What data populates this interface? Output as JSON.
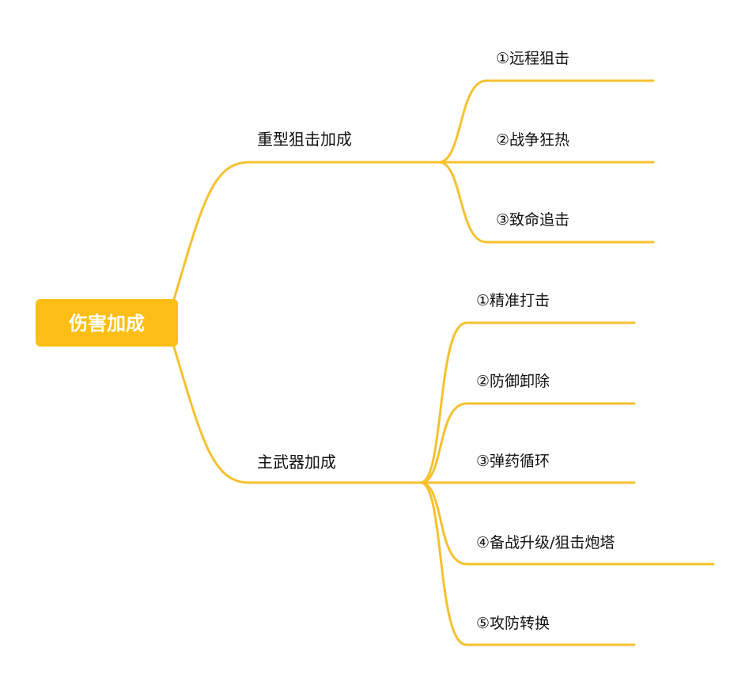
{
  "colors": {
    "accent": "#FCBE14",
    "connector": "#F5C12E",
    "text": "#111111",
    "root_text": "#FFFFFF"
  },
  "root": {
    "label": "伤害加成"
  },
  "branches": [
    {
      "label": "重型狙击加成",
      "children": [
        {
          "label": "①远程狙击"
        },
        {
          "label": "②战争狂热"
        },
        {
          "label": "③致命追击"
        }
      ]
    },
    {
      "label": "主武器加成",
      "children": [
        {
          "label": "①精准打击"
        },
        {
          "label": "②防御卸除"
        },
        {
          "label": "③弹药循环"
        },
        {
          "label": "④备战升级/狙击炮塔"
        },
        {
          "label": "⑤攻防转换"
        }
      ]
    }
  ]
}
